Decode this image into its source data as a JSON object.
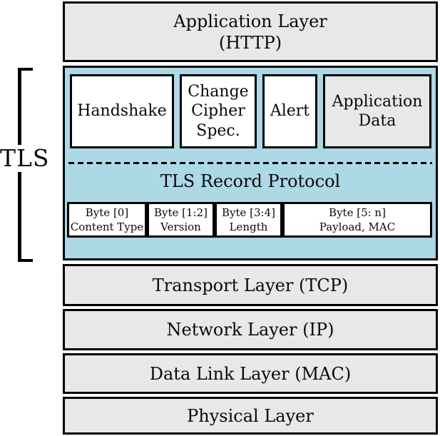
{
  "bracket": {
    "label": "TLS"
  },
  "layers": {
    "application": {
      "line1": "Application Layer",
      "line2": "(HTTP)"
    },
    "transport": "Transport Layer (TCP)",
    "network": "Network Layer (IP)",
    "datalink": "Data Link Layer (MAC)",
    "physical": "Physical Layer"
  },
  "tls_box": {
    "protocols": [
      {
        "label": "Handshake"
      },
      {
        "label": "Change Cipher Spec."
      },
      {
        "label": "Alert"
      },
      {
        "label": "Application Data"
      }
    ],
    "record_protocol_title": "TLS Record Protocol",
    "record_fields": [
      {
        "line1": "Byte [0]",
        "line2": "Content Type"
      },
      {
        "line1": "Byte [1:2]",
        "line2": "Version"
      },
      {
        "line1": "Byte [3:4]",
        "line2": "Length"
      },
      {
        "line1": "Byte [5: n]",
        "line2": "Payload, MAC"
      }
    ]
  },
  "colors": {
    "tls_fill": "#ADD8E6",
    "layer_fill": "#E8E8E8",
    "protocol_fill": "#FFFFFF",
    "border": "#000000"
  }
}
